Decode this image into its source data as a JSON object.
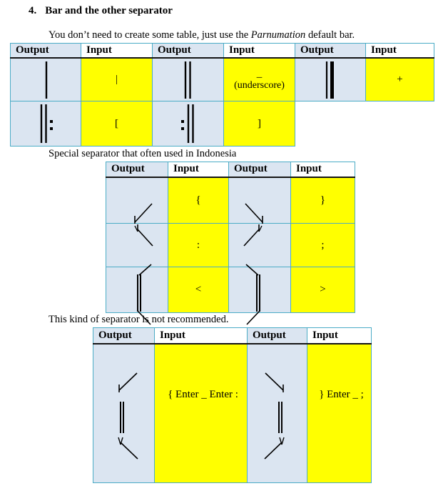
{
  "page": {
    "heading_number": "4.",
    "heading_title": "Bar and the other separator",
    "intro_before": "You don’t need to create some table, just use the ",
    "intro_italic": "Parnumation",
    "intro_after": " default bar.",
    "note_indonesia": "Special separator that often used in Indonesia",
    "note_not_recommended": "This kind of separator is not recommended."
  },
  "colors": {
    "cell_blue": "#dbe5f1",
    "cell_yellow": "#ffff00",
    "border_teal": "#4bacc6",
    "header_rule": "#151515"
  },
  "table1": {
    "headers": [
      "Output",
      "Input",
      "Output",
      "Input",
      "Output",
      "Input"
    ],
    "row1": {
      "output1_symbol": "single-barline",
      "input1": "|",
      "output2_symbol": "double-barline",
      "input2_line1": "_",
      "input2_line2": "(underscore)",
      "output3_symbol": "final-thin-thick-barline",
      "input3": "+"
    },
    "row2": {
      "output1_symbol": "begin-repeat-barline",
      "input1": "[",
      "output2_symbol": "end-repeat-barline",
      "input2": "]"
    }
  },
  "table2": {
    "headers": [
      "Output",
      "Input",
      "Output",
      "Input"
    ],
    "rows": [
      {
        "output_left_symbol": "open-angle-upper-stroke",
        "input_left": "{",
        "output_right_symbol": "close-angle-upper-stroke",
        "input_right": "}"
      },
      {
        "output_left_symbol": "open-angle-lower-stroke",
        "input_left": ":",
        "output_right_symbol": "close-angle-lower-stroke",
        "input_right": ";"
      },
      {
        "output_left_symbol": "open-angle-double-barline",
        "input_left": "<",
        "output_right_symbol": "close-angle-double-barline",
        "input_right": ">"
      }
    ]
  },
  "table3": {
    "headers": [
      "Output",
      "Input",
      "Output",
      "Input"
    ],
    "row": {
      "output_left_symbol": "stacked-open-angle-double-barline",
      "input_left": "{ Enter _ Enter :",
      "output_right_symbol": "stacked-close-angle-double-barline",
      "input_right": "} Enter _ ;"
    }
  }
}
